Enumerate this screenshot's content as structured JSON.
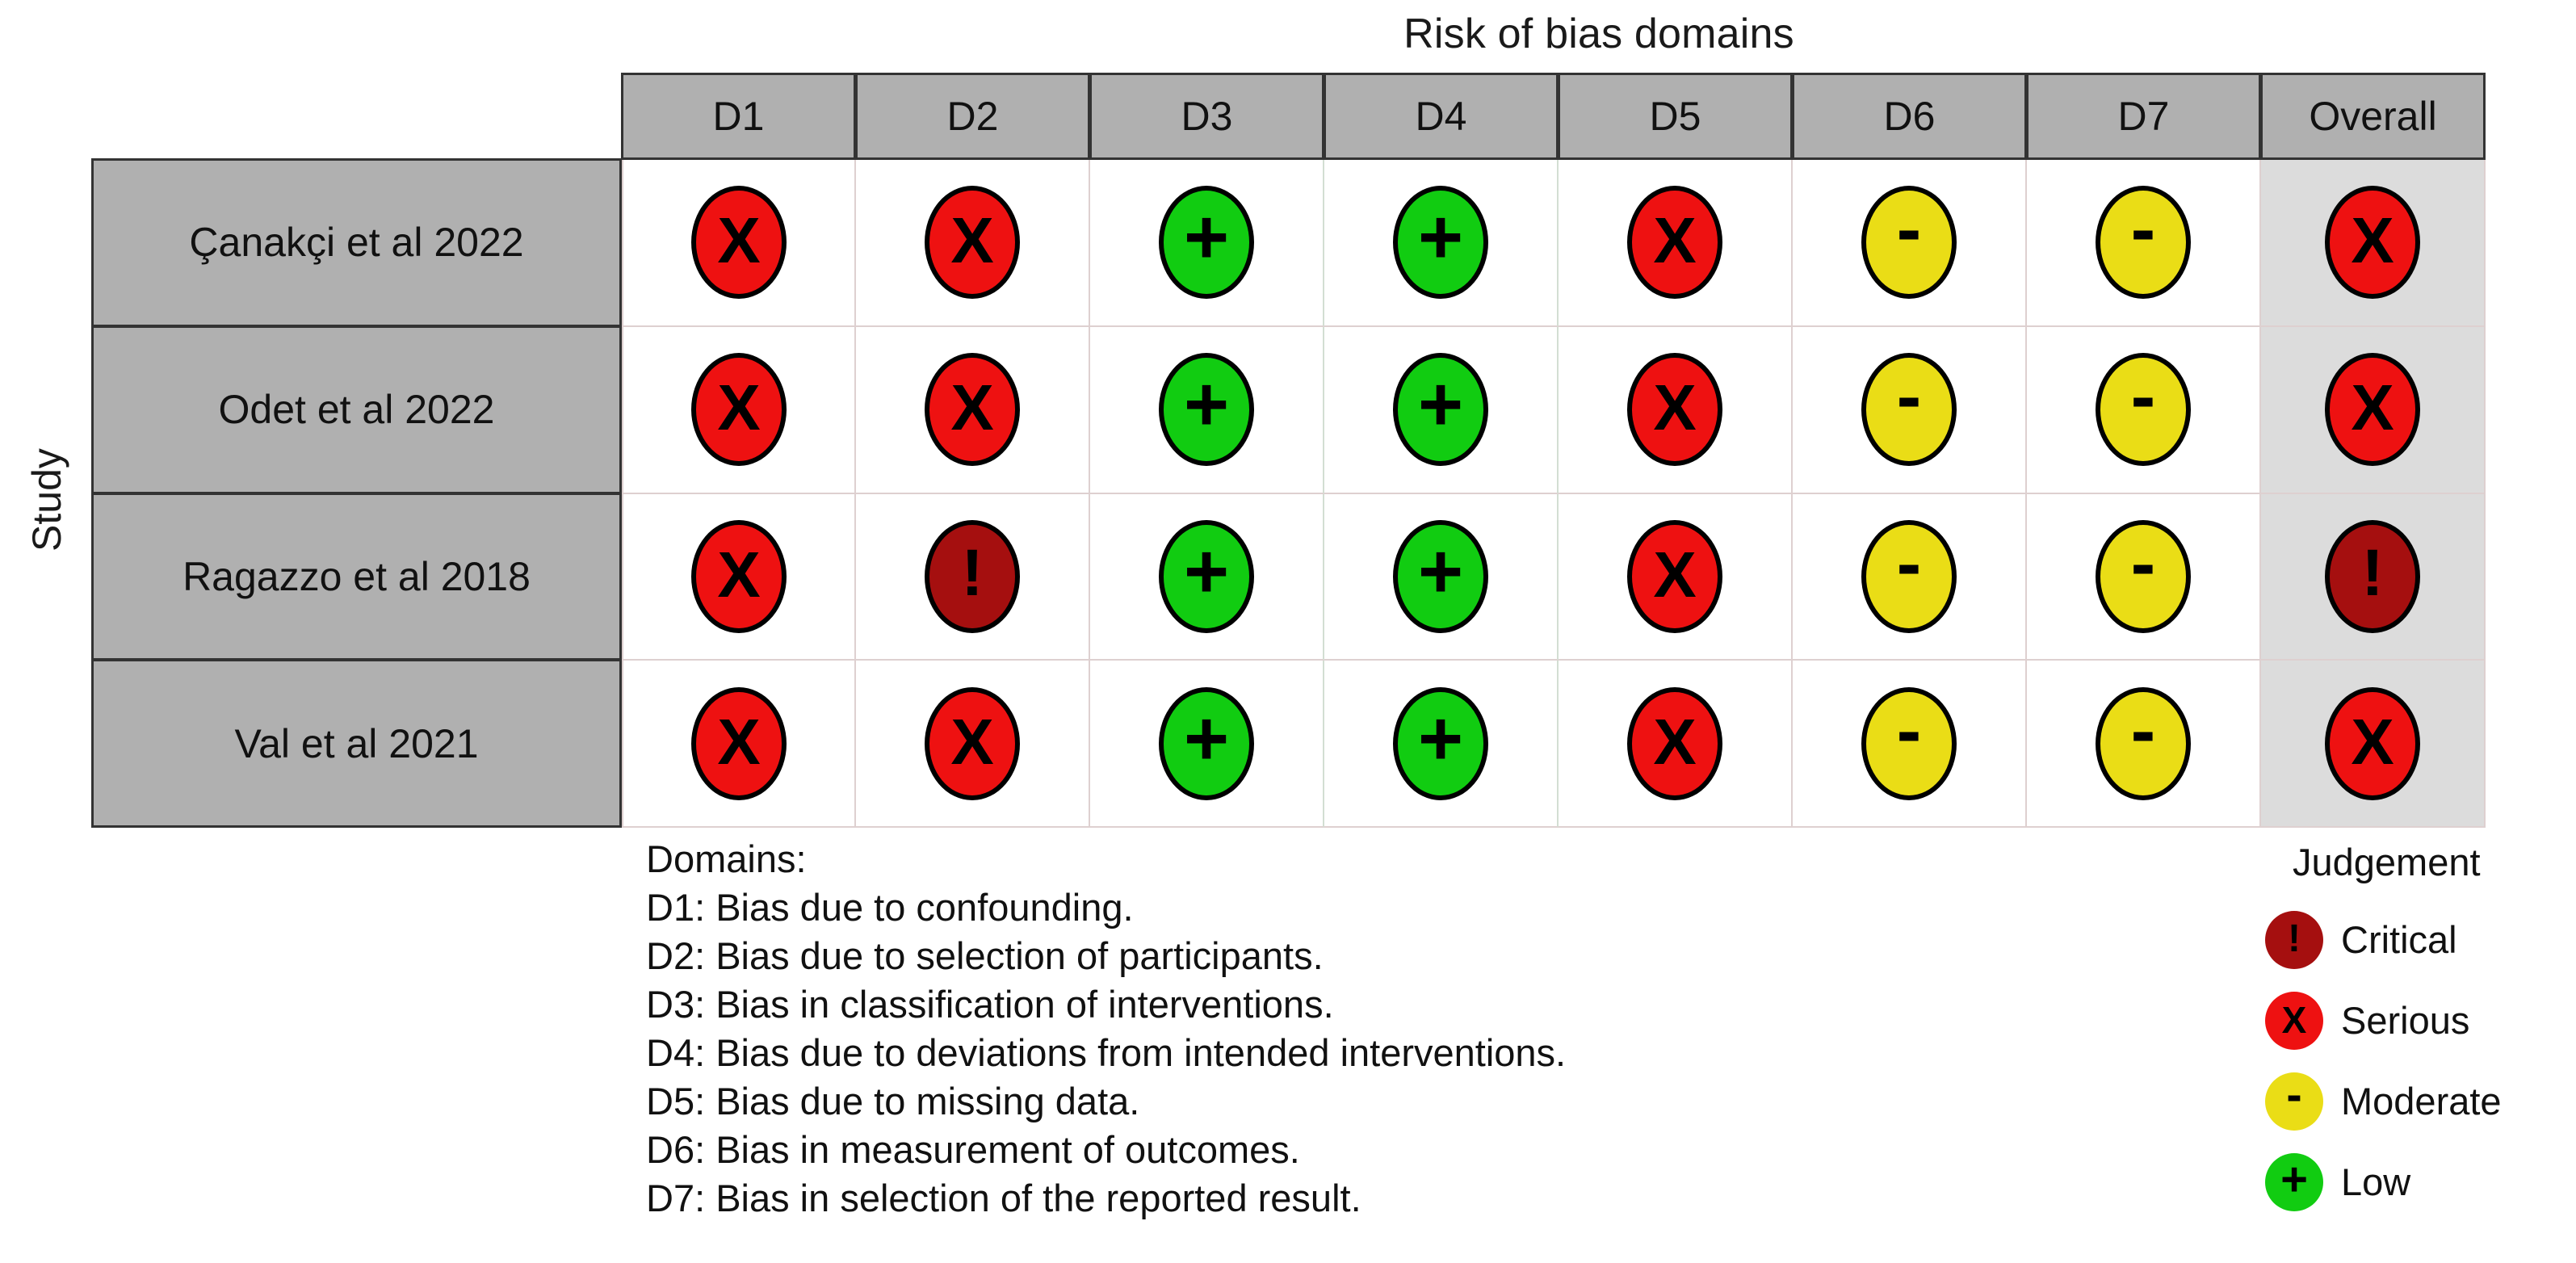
{
  "title": "Risk of bias domains",
  "axis": {
    "y_label": "Study"
  },
  "table": {
    "corner_header": "",
    "domain_headers": [
      "D1",
      "D2",
      "D3",
      "D4",
      "D5",
      "D6",
      "D7"
    ],
    "overall_header": "Overall",
    "studies": [
      "Çanakçi et al 2022",
      "Odet et al 2022",
      "Ragazzo et al 2018",
      "Val et al 2021"
    ]
  },
  "judgement_colors": {
    "critical": "#A50F0F",
    "serious": "#EE1111",
    "moderate": "#EADD16",
    "low": "#11CC11"
  },
  "judgement_glyphs": {
    "critical": "!",
    "serious": "X",
    "moderate": "-",
    "low": "+"
  },
  "domains_legend": {
    "heading": "Domains:",
    "lines": [
      "D1: Bias due to confounding.",
      "D2: Bias due to selection of participants.",
      "D3: Bias in classification of interventions.",
      "D4: Bias due to deviations from intended interventions.",
      "D5: Bias due to missing data.",
      "D6: Bias in measurement of outcomes.",
      "D7: Bias in selection of the reported result."
    ]
  },
  "judgement_legend": {
    "title": "Judgement",
    "items": [
      {
        "key": "critical",
        "label": "Critical",
        "glyph": "!"
      },
      {
        "key": "serious",
        "label": "Serious",
        "glyph": "X"
      },
      {
        "key": "moderate",
        "label": "Moderate",
        "glyph": "-"
      },
      {
        "key": "low",
        "label": "Low",
        "glyph": "+"
      }
    ]
  },
  "chart_data": {
    "type": "table",
    "title": "Risk of bias domains",
    "xlabel": "Risk of bias domains",
    "ylabel": "Study",
    "categories": [
      "D1",
      "D2",
      "D3",
      "D4",
      "D5",
      "D6",
      "D7",
      "Overall"
    ],
    "rows": [
      {
        "study": "Çanakçi et al 2022",
        "judgements": [
          "serious",
          "serious",
          "low",
          "low",
          "serious",
          "moderate",
          "moderate"
        ],
        "overall": "serious"
      },
      {
        "study": "Odet et al 2022",
        "judgements": [
          "serious",
          "serious",
          "low",
          "low",
          "serious",
          "moderate",
          "moderate"
        ],
        "overall": "serious"
      },
      {
        "study": "Ragazzo et al 2018",
        "judgements": [
          "serious",
          "critical",
          "low",
          "low",
          "serious",
          "moderate",
          "moderate"
        ],
        "overall": "critical"
      },
      {
        "study": "Val et al 2021",
        "judgements": [
          "serious",
          "serious",
          "low",
          "low",
          "serious",
          "moderate",
          "moderate"
        ],
        "overall": "serious"
      }
    ],
    "legend": {
      "position": "right",
      "entries": [
        {
          "label": "Critical",
          "color": "#A50F0F",
          "glyph": "!"
        },
        {
          "label": "Serious",
          "color": "#EE1111",
          "glyph": "X"
        },
        {
          "label": "Moderate",
          "color": "#EADD16",
          "glyph": "-"
        },
        {
          "label": "Low",
          "color": "#11CC11",
          "glyph": "+"
        }
      ]
    },
    "grid": true
  }
}
